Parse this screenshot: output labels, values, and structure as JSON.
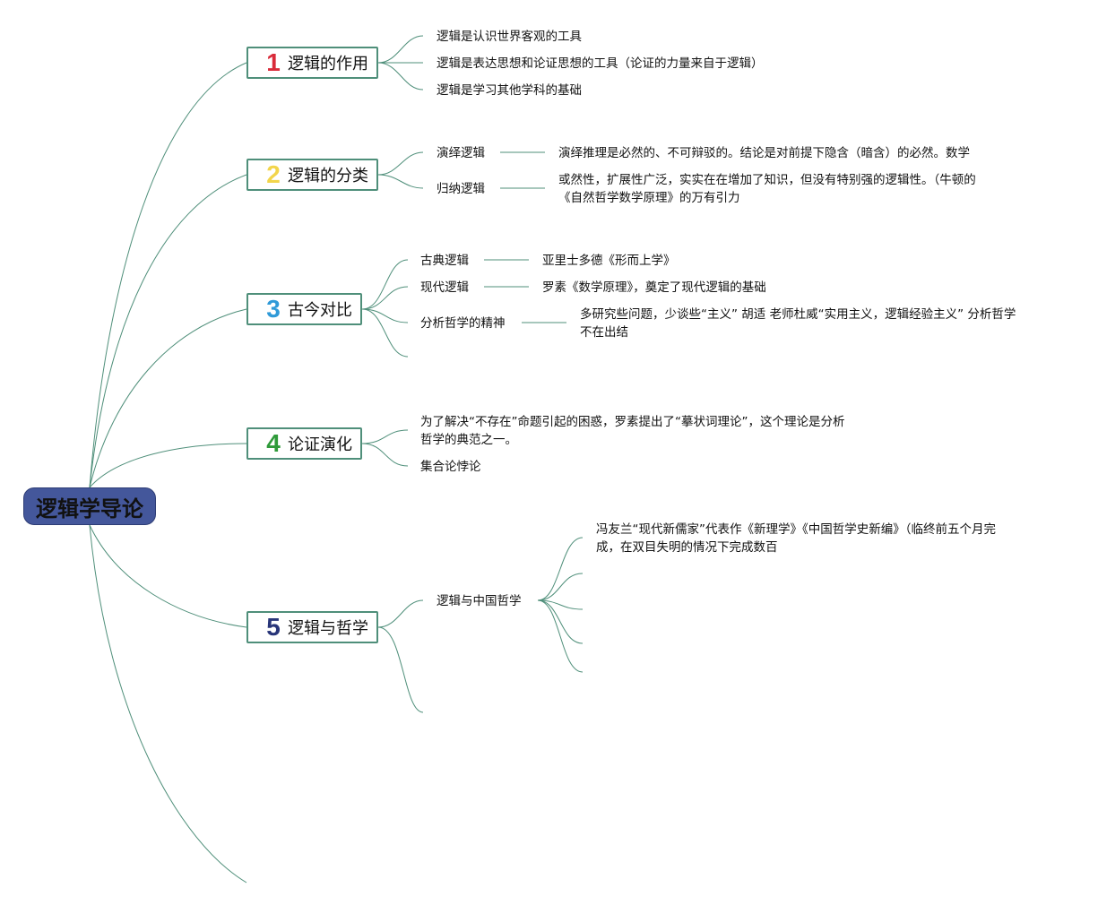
{
  "root": {
    "title": "逻辑学导论"
  },
  "colors": {
    "line": "#4f8f7a",
    "root_bg": "#44579b",
    "num1": "#d92b3a",
    "num2": "#f2d54b",
    "num3": "#2f9ad8",
    "num4": "#2f9a3a",
    "num5": "#283579"
  },
  "topics": [
    {
      "num": "1",
      "label": "逻辑的作用",
      "children": [
        "逻辑是认识世界客观的工具",
        "逻辑是表达思想和论证思想的工具（论证的力量来自于逻辑）",
        "逻辑是学习其他学科的基础"
      ]
    },
    {
      "num": "2",
      "label": "逻辑的分类",
      "children": [
        {
          "label": "演绎逻辑",
          "detail": "演绎推理是必然的、不可辩驳的。结论是对前提下隐含（暗含）的必然。数学"
        },
        {
          "label": "归纳逻辑",
          "detail_line1": "或然性，扩展性广泛，实实在在增加了知识，但没有特别强的逻辑性。（牛顿的",
          "detail_line2": "《自然哲学数学原理》的万有引力"
        }
      ]
    },
    {
      "num": "3",
      "label": "古今对比",
      "children": [
        {
          "label": "古典逻辑",
          "detail": "亚里士多德《形而上学》"
        },
        {
          "label": "现代逻辑",
          "detail": "罗素《数学原理》，奠定了现代逻辑的基础"
        },
        {
          "label": "分析哲学的精神",
          "detail_line1": "多研究些问题，少谈些“主义” 胡适 老师杜威“实用主义，逻辑经验主义” 分析哲学",
          "detail_line2": "不在出结"
        }
      ]
    },
    {
      "num": "4",
      "label": "论证演化",
      "children": [
        {
          "line1": "为了解决“不存在”命题引起的困惑，罗素提出了“摹状词理论”，这个理论是分析",
          "line2": "哲学的典范之一。"
        },
        "集合论悖论"
      ]
    },
    {
      "num": "5",
      "label": "逻辑与哲学",
      "children": [
        {
          "label": "逻辑与中国哲学",
          "detail_line1": "冯友兰“现代新儒家”代表作《新理学》《中国哲学史新编》（临终前五个月完",
          "detail_line2": "成，在双目失明的情况下完成数百"
        }
      ]
    }
  ]
}
